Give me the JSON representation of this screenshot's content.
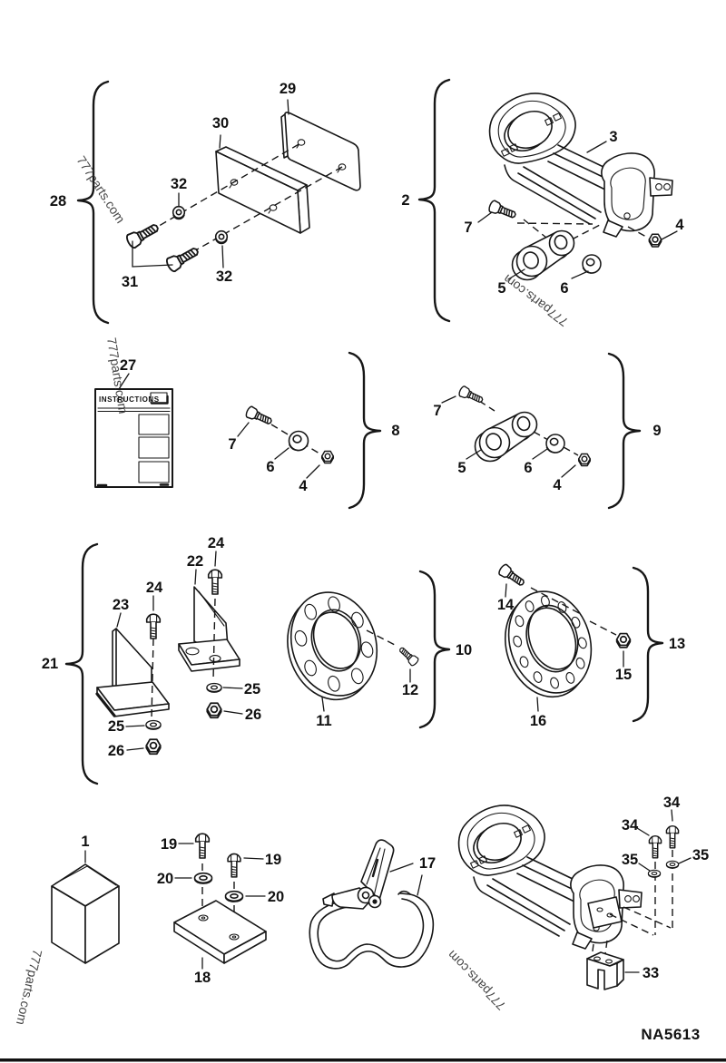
{
  "diagram": {
    "code": "NA5613",
    "watermark": "777parts.com",
    "instructions_title": "INSTRUCTIONS"
  },
  "callouts": {
    "1": "1",
    "2": "2",
    "3": "3",
    "4": "4",
    "5": "5",
    "6": "6",
    "7": "7",
    "8": "8",
    "9": "9",
    "10": "10",
    "11": "11",
    "12": "12",
    "13": "13",
    "14": "14",
    "15": "15",
    "16": "16",
    "17": "17",
    "18": "18",
    "19": "19",
    "20": "20",
    "21": "21",
    "22": "22",
    "23": "23",
    "24": "24",
    "25": "25",
    "26": "26",
    "27": "27",
    "28": "28",
    "29": "29",
    "30": "30",
    "31": "31",
    "32": "32",
    "33": "33",
    "34": "34",
    "35": "35"
  }
}
